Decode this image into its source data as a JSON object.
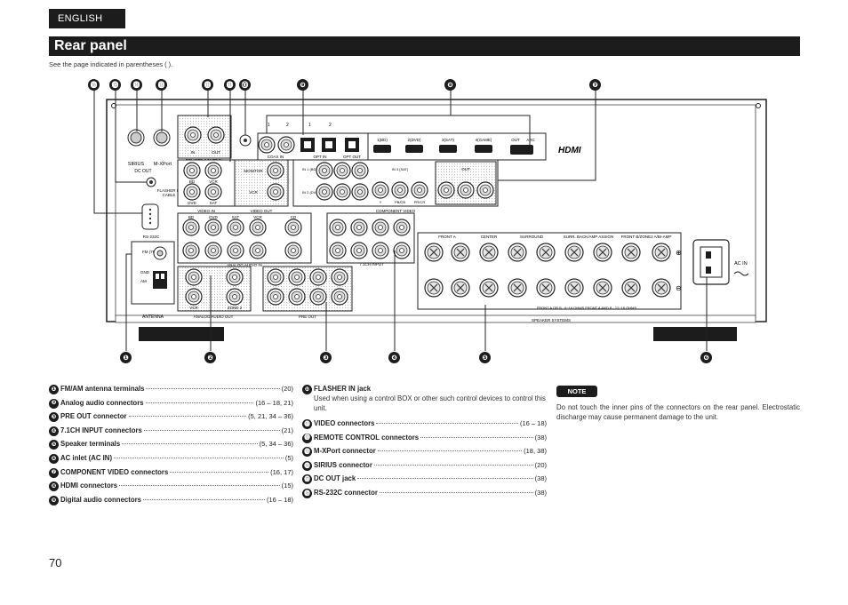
{
  "header": {
    "language": "ENGLISH",
    "title": "Rear panel",
    "subnote": "See the page indicated in parentheses ( )."
  },
  "panel_labels": {
    "sirius": "SIRIUS",
    "mxport": "M-XPort",
    "dc_out": "DC OUT",
    "flasher": "FLASHER IN",
    "cable": "CABLE",
    "rs232c": "RS-232C",
    "fm": "FM (75Ω)",
    "am": "AM",
    "gnd": "GND",
    "antenna": "ANTENNA",
    "remote_control": "REMOTE CONTROL",
    "in": "IN",
    "out": "OUT",
    "coax_in": "COAX IN",
    "optical_in": "OPT IN",
    "optical_out": "OPT OUT",
    "hdmi_in1": "1(BD)",
    "hdmi_in2": "2(DVD)",
    "hdmi_in3": "3(SAT)",
    "hdmi_in4": "4(GAME)",
    "hdmi_out": "OUT",
    "hdmi_arc": "ARC",
    "hdmi_logo": "HDMI",
    "bd": "BD",
    "vcr": "VCR",
    "dvd": "DVD",
    "sat": "SAT",
    "video_in": "VIDEO IN",
    "video_out": "VIDEO OUT",
    "monitor": "MONITOR",
    "cd": "CD",
    "analog_audio_in": "ANALOG AUDIO IN",
    "analog_audio_out": "ANALOG AUDIO OUT",
    "zone2": "ZONE 2",
    "component_video": "COMPONENT VIDEO",
    "in1_bd": "IN 1 (BD)",
    "in2_dvd": "IN 2 (DVD)",
    "in3_sat": "IN 3 (SAT)",
    "y": "Y",
    "pb_cb": "PB/CB",
    "pr_cr": "PR/CR",
    "ch71_input": "7.1CH INPUT",
    "front": "FRONT",
    "center": "CENTER",
    "surround": "SURROUND",
    "sw": "SW",
    "sb": "SB",
    "sbl": "SBL",
    "pre_out": "PRE OUT",
    "front_a": "FRONT A",
    "front_b_amp": "FRONT B/ZONE2 A/BI-AMP",
    "surr_back": "SURR. BACK/AMP ASSIGN",
    "speaker_systems": "SPEAKER SYSTEMS",
    "impedance_note": "FRONT A OR B : 6~16 OHMS   FRONT A AND B : 12~16 OHMS",
    "ac_in": "AC IN",
    "r": "R",
    "l": "L",
    "plus": "⊕",
    "minus": "⊖"
  },
  "callouts": [
    "⓰",
    "⓯",
    "⓮",
    "⓭",
    "⓬",
    "⓫",
    "⓾",
    "❾",
    "❽",
    "❼",
    "❶",
    "❷",
    "❸",
    "❹",
    "❺",
    "❻"
  ],
  "items_left": [
    {
      "num": "❶",
      "label": "FM/AM antenna terminals",
      "ref": "(20)"
    },
    {
      "num": "❷",
      "label": "Analog audio connectors",
      "ref": "(16 – 18, 21)"
    },
    {
      "num": "❸",
      "label": "PRE OUT connector",
      "ref": "(5, 21, 34 – 36)"
    },
    {
      "num": "❹",
      "label": "7.1CH INPUT connectors",
      "ref": "(21)"
    },
    {
      "num": "❺",
      "label": "Speaker terminals",
      "ref": "(5, 34 – 36)"
    },
    {
      "num": "❻",
      "label": "AC inlet (AC IN)",
      "ref": "(5)"
    },
    {
      "num": "❼",
      "label": "COMPONENT VIDEO connectors",
      "ref": "(16, 17)"
    },
    {
      "num": "❽",
      "label": "HDMI connectors",
      "ref": "(15)"
    },
    {
      "num": "❾",
      "label": "Digital audio connectors",
      "ref": "(16 – 18)"
    }
  ],
  "items_mid": [
    {
      "num": "❿",
      "label": "FLASHER IN jack",
      "ref": "",
      "desc": "Used when using a control BOX or other such control devices to control this unit."
    },
    {
      "num": "⓫",
      "label": "VIDEO connectors",
      "ref": "(16 – 18)"
    },
    {
      "num": "⓬",
      "label": "REMOTE CONTROL connectors",
      "ref": "(38)"
    },
    {
      "num": "⓭",
      "label": "M-XPort connector",
      "ref": "(18, 38)"
    },
    {
      "num": "⓮",
      "label": "SIRIUS connector",
      "ref": "(20)"
    },
    {
      "num": "⓯",
      "label": "DC OUT jack",
      "ref": "(38)"
    },
    {
      "num": "⓰",
      "label": "RS-232C connector",
      "ref": "(38)"
    }
  ],
  "note": {
    "title": "NOTE",
    "text": "Do not touch the inner pins of the connectors on the rear panel. Electrostatic discharge may cause permanent damage to the unit."
  },
  "page_number": "70"
}
